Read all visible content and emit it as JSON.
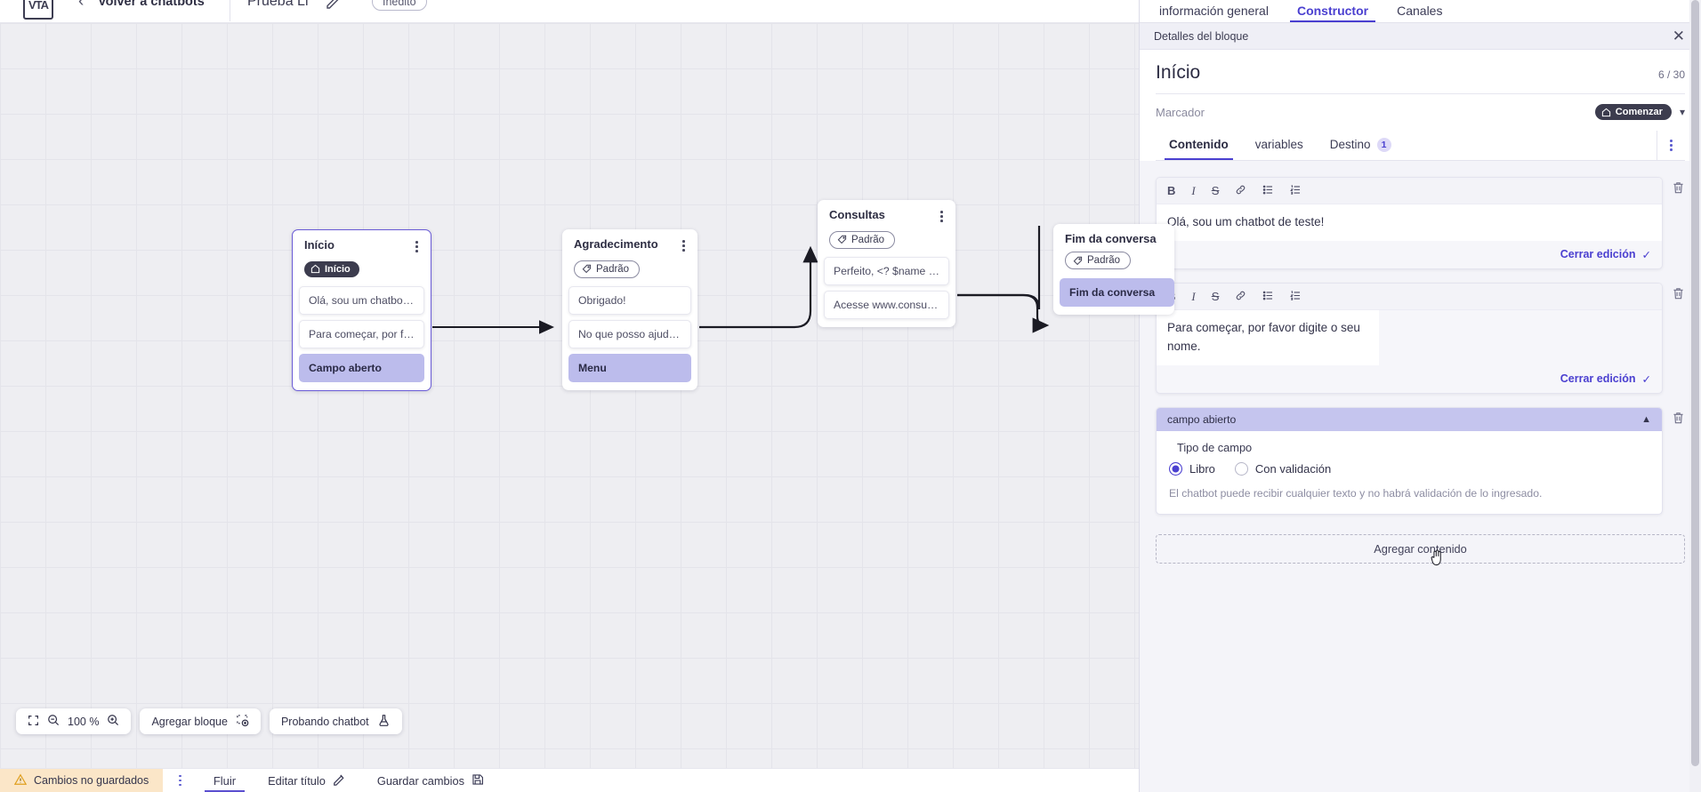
{
  "topbar": {
    "logo_alt": "vtex-logo",
    "back_label": "Volver a chatbots",
    "bot_title": "Prueba Li",
    "edit_icon": "pencil-icon",
    "status_badge": "Inédito"
  },
  "canvas": {
    "zoom_level": "100 %",
    "nodes": [
      {
        "id": "inicio",
        "title": "Início",
        "badge": {
          "label": "Início",
          "style": "dark",
          "icon": "home-icon"
        },
        "selected": true,
        "items": [
          {
            "text": "Olá, sou um chatbot de teste!",
            "type": "message"
          },
          {
            "text": "Para começar, por favor digite o ...",
            "type": "message"
          },
          {
            "text": "Campo aberto",
            "type": "action"
          }
        ]
      },
      {
        "id": "agradecimento",
        "title": "Agradecimento",
        "badge": {
          "label": "Padrão",
          "style": "outline",
          "icon": "tag-icon"
        },
        "selected": false,
        "items": [
          {
            "text": "Obrigado!",
            "type": "message"
          },
          {
            "text": "No que posso ajudar, <? $name ...",
            "type": "message"
          },
          {
            "text": "Menu",
            "type": "action"
          }
        ]
      },
      {
        "id": "consultas",
        "title": "Consultas",
        "badge": {
          "label": "Padrão",
          "style": "outline",
          "icon": "tag-icon"
        },
        "selected": false,
        "items": [
          {
            "text": "Perfeito, <? $name ?>!",
            "type": "message"
          },
          {
            "text": "Acesse www.consultas.com par...",
            "type": "message"
          }
        ]
      },
      {
        "id": "fim",
        "title": "Fim da conversa",
        "badge": {
          "label": "Padrão",
          "style": "outline",
          "icon": "tag-icon"
        },
        "selected": false,
        "items": [
          {
            "text": "Fim da conversa",
            "type": "action"
          }
        ]
      }
    ]
  },
  "floating_toolbar": {
    "fit_icon": "fit-screen-icon",
    "zoom_out_icon": "zoom-out-icon",
    "zoom_in_icon": "zoom-in-icon",
    "add_block_label": "Agregar bloque",
    "add_block_icon": "add-block-icon",
    "test_label": "Probando chatbot",
    "test_icon": "flask-icon"
  },
  "statusbar": {
    "unsaved_label": "Cambios no guardados",
    "warning_icon": "warning-icon",
    "kebab_icon": "kebab-icon",
    "flow_tab": "Fluir",
    "edit_title_label": "Editar título",
    "edit_title_icon": "pencil-icon",
    "save_label": "Guardar cambios",
    "save_icon": "save-icon"
  },
  "panel": {
    "tabs": [
      {
        "label": "información general",
        "active": false
      },
      {
        "label": "Constructor",
        "active": true
      },
      {
        "label": "Canales",
        "active": false
      }
    ],
    "subtitle": "Detalles del bloque",
    "close_icon": "close-icon",
    "block_title": "Início",
    "counter": "6 / 30",
    "marker_label": "Marcador",
    "marker_value": "Comenzar",
    "marker_icon": "home-icon",
    "marker_chevron": "chevron-down-icon",
    "inner_tabs": [
      {
        "label": "Contenido",
        "active": true,
        "badge": null
      },
      {
        "label": "variables",
        "active": false,
        "badge": null
      },
      {
        "label": "Destino",
        "active": false,
        "badge": "1"
      }
    ],
    "editor_tools": [
      "B",
      "I",
      "S",
      "link-icon",
      "bullet-list-icon",
      "numbered-list-icon"
    ],
    "editors": [
      {
        "text": "Olá, sou um chatbot de teste!",
        "close_label": "Cerrar edición",
        "check_icon": "check-icon",
        "delete_icon": "trash-icon"
      },
      {
        "text": "Para começar, por favor digite o seu nome.",
        "close_label": "Cerrar edición",
        "check_icon": "check-icon",
        "delete_icon": "trash-icon"
      }
    ],
    "field_card": {
      "header": "campo abierto",
      "collapse_icon": "chevron-up-icon",
      "delete_icon": "trash-icon",
      "type_label": "Tipo de campo",
      "options": [
        {
          "label": "Libro",
          "selected": true
        },
        {
          "label": "Con validación",
          "selected": false
        }
      ],
      "help_text": "El chatbot puede recibir cualquier texto y no habrá validación de lo ingresado."
    },
    "add_content_label": "Agregar contenido"
  },
  "colors": {
    "accent": "#4a3fd0",
    "action_item": "#bcbcec",
    "warning_bg": "#fbe6c8",
    "dark_pill": "#3c3c4e"
  }
}
